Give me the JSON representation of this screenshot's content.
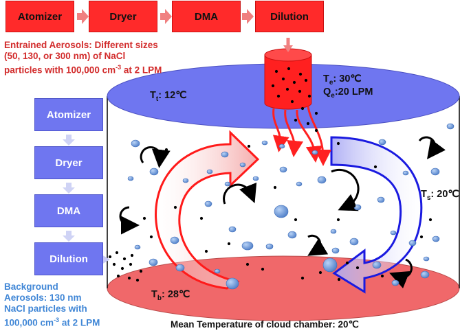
{
  "top_chain": [
    "Atomizer",
    "Dryer",
    "DMA",
    "Dilution"
  ],
  "entrained_note": [
    "Entrained Aerosols: Different sizes",
    "(50, 130, or 300 nm) of NaCl",
    "particles with 100,000 cm",
    "-3",
    " at 2 LPM"
  ],
  "side_chain": [
    "Atomizer",
    "Dryer",
    "DMA",
    "Dilution"
  ],
  "background_note": [
    "Background",
    "Aerosols: 130 nm",
    "NaCl particles with",
    "100,000 cm",
    "-3",
    " at 2 LPM"
  ],
  "labels": {
    "t_top": {
      "sym": "T",
      "sub": "t",
      "val": ": 12℃"
    },
    "t_e": {
      "sym": "T",
      "sub": "e",
      "val": ": 30℃"
    },
    "q_e": {
      "sym": "Q",
      "sub": "e",
      "val": ":20 LPM"
    },
    "t_s": {
      "sym": "T",
      "sub": "s",
      "val": ": 20℃"
    },
    "t_b": {
      "sym": "T",
      "sub": "b",
      "val": ": 28℃"
    },
    "mean": "Mean Temperature of cloud chamber: 20℃"
  },
  "colors": {
    "hot": "#ff2a2a",
    "cold": "#2a22e0",
    "top_lid": "#6f76f0",
    "bottom": "#f0686a",
    "droplet": "#5c8ed8"
  }
}
